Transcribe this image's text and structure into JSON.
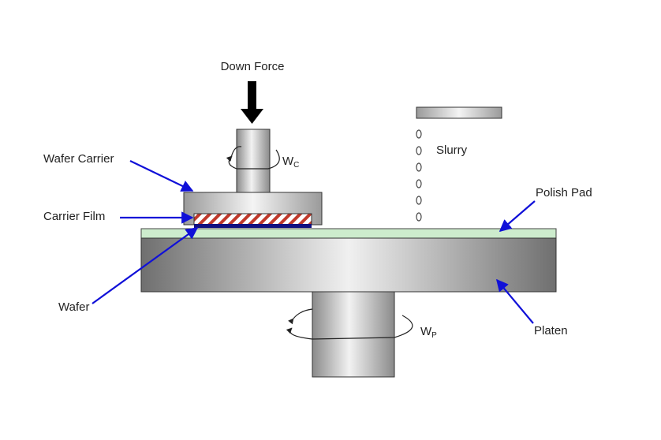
{
  "labels": {
    "down_force": "Down Force",
    "wafer_carrier": "Wafer Carrier",
    "carrier_film": "Carrier Film",
    "wafer": "Wafer",
    "slurry": "Slurry",
    "polish_pad": "Polish Pad",
    "platen": "Platen",
    "carrier_rotation": {
      "main": "W",
      "subscript": "C"
    },
    "platen_rotation": {
      "main": "W",
      "subscript": "P"
    }
  },
  "colors": {
    "arrow": "#1010d8",
    "pad": "#cdeccd",
    "film_stripe": "#c0392b",
    "wafer": "#101080"
  },
  "slurry_drop_count": 6
}
